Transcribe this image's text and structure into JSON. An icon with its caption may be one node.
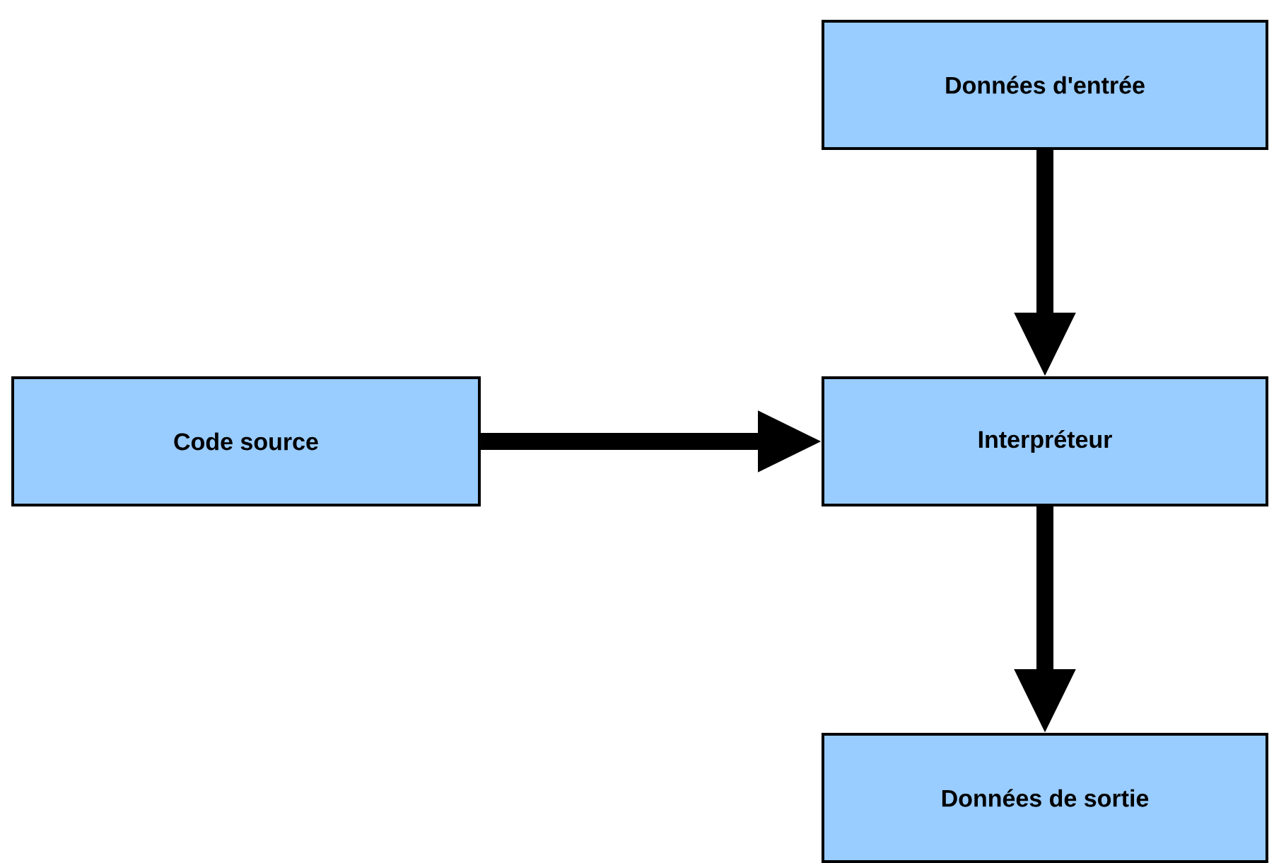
{
  "diagram": {
    "nodes": [
      {
        "text": [
          "Données d'entrée"
        ]
      },
      {
        "text": [
          "Code source"
        ]
      },
      {
        "text": [
          "Interpréteur"
        ]
      },
      {
        "text": [
          "Données de sortie"
        ]
      }
    ],
    "edges": [
      {
        "from": 0,
        "to": 2,
        "arrow": "to"
      },
      {
        "from": 1,
        "to": 2,
        "arrow": "to"
      },
      {
        "from": 2,
        "to": 3,
        "arrow": "to"
      }
    ]
  }
}
